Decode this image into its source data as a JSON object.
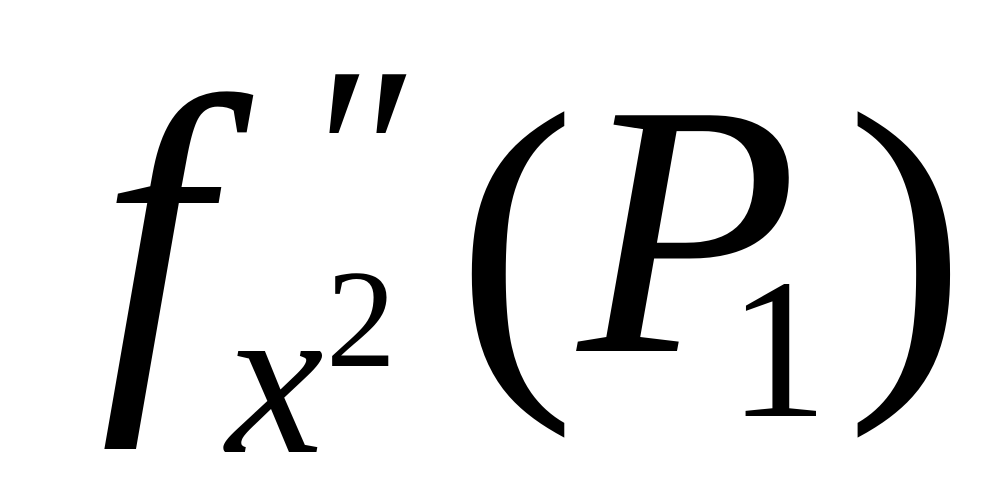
{
  "formula": {
    "function_symbol": "f",
    "prime_mark": "″",
    "subscript_variable": "x",
    "subscript_power": "2",
    "open_paren": "(",
    "point_symbol": "P",
    "point_index": "1",
    "close_paren": ")"
  }
}
